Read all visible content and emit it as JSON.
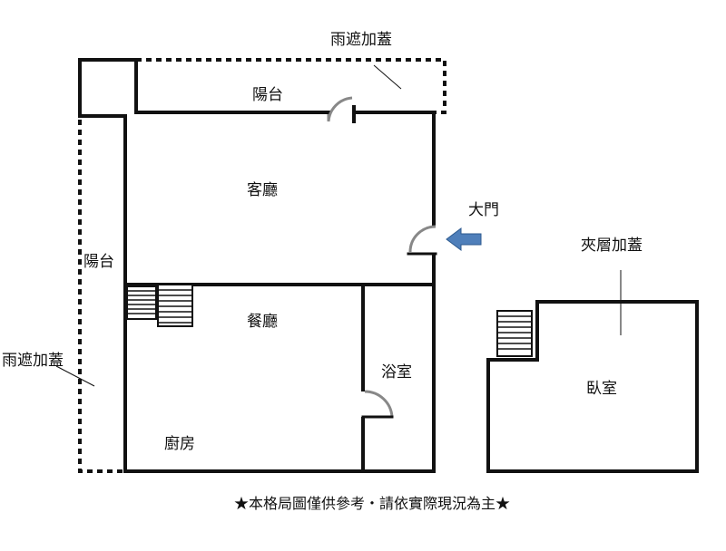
{
  "labels": {
    "canopy_top": "雨遮加蓋",
    "balcony_top": "陽台",
    "living_room": "客廳",
    "main_door": "大門",
    "balcony_left": "陽台",
    "canopy_left": "雨遮加蓋",
    "dining_room": "餐廳",
    "bathroom": "浴室",
    "kitchen": "廚房",
    "mezzanine": "夾層加蓋",
    "bedroom": "臥室"
  },
  "footer": "★本格局圖僅供參考‧請依實際現況為主★",
  "colors": {
    "wall": "#111111",
    "door_arc": "#888888",
    "arrow": "#4f7fba"
  }
}
